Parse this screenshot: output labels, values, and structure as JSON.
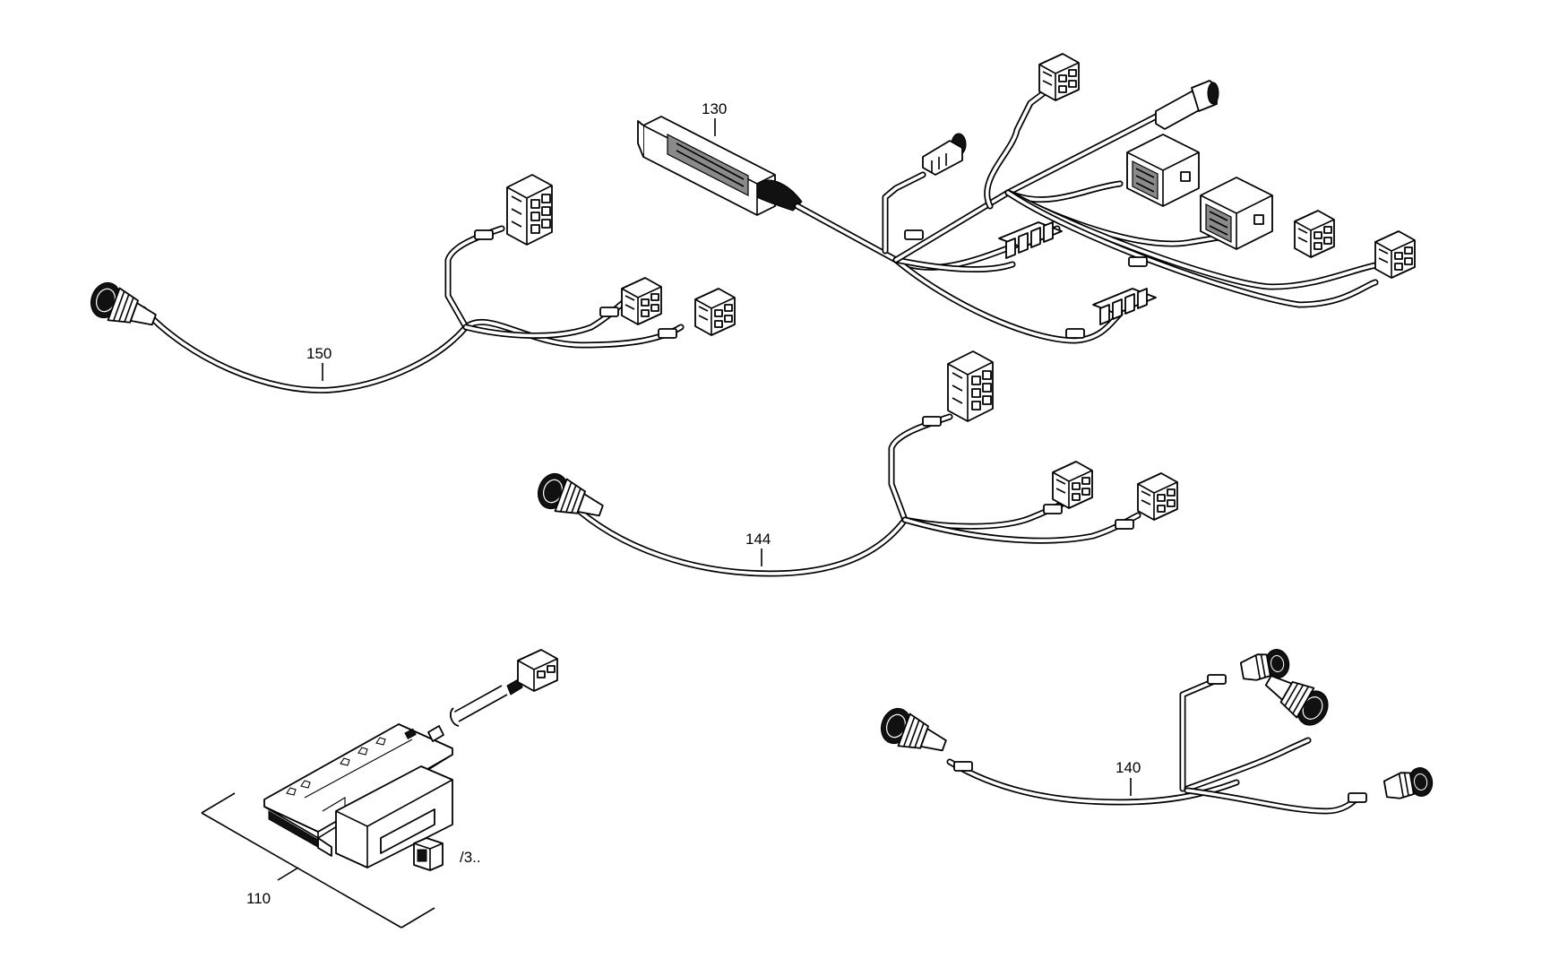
{
  "labels": {
    "harness_130": "130",
    "harness_150": "150",
    "harness_144": "144",
    "harness_140": "140",
    "module_110": "110",
    "ref_3": "/3.."
  }
}
